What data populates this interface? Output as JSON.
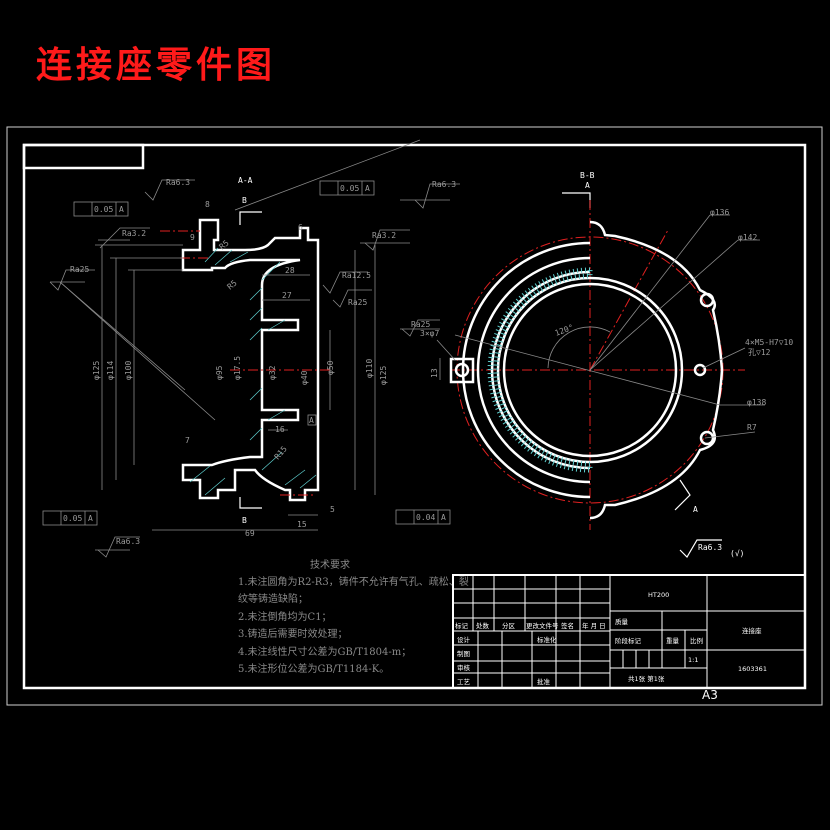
{
  "title": "连接座零件图",
  "sheet_size": "A3",
  "colors": {
    "title": "#ff1a1a",
    "background": "#000000",
    "centerline": "#e02020",
    "hatch": "#5fd0d0",
    "geometry": "#ffffff",
    "annotation": "#8a8a8a"
  },
  "views": {
    "section_aa": {
      "label": "A-A",
      "view_arrow": "B",
      "dims": [
        "8",
        "9",
        "6",
        "28",
        "27",
        "7",
        "16",
        "15",
        "69",
        "R5",
        "R5",
        "R15",
        "φ125",
        "φ114",
        "φ100",
        "φ95",
        "φ17.5",
        "φ32",
        "φ40",
        "φ50",
        "φ110",
        "φ125",
        "5"
      ],
      "roughness": [
        "Ra6.3",
        "Ra3.2",
        "Ra25",
        "Ra3.2",
        "Ra12.5",
        "Ra25",
        "Ra6.3",
        "Ra6.3"
      ],
      "tolerances": [
        {
          "value": "0.05",
          "datum": "A"
        },
        {
          "value": "0.05",
          "datum": "A"
        },
        {
          "value": "0.05",
          "datum": "A"
        },
        {
          "value": "0.04",
          "datum": "A"
        }
      ],
      "datum": "A"
    },
    "section_bb": {
      "label": "B-B",
      "cut_label": "A",
      "dims": [
        "φ136",
        "φ142",
        "4×M5-H7▽10",
        "孔▽12",
        "φ138",
        "R7",
        "3×φ7",
        "13",
        "120°"
      ],
      "roughness": "Ra25"
    }
  },
  "general_roughness": {
    "value": "Ra6.3",
    "other": "(√)"
  },
  "requirements": {
    "heading": "技术要求",
    "items": [
      "1.未注圆角为R2-R3，铸件不允许有气孔、疏松、裂",
      "纹等铸造缺陷；",
      "2.未注倒角均为C1；",
      "3.铸造后需要时效处理；",
      "4.未注线性尺寸公差为GB/T1804-m；",
      "5.未注形位公差为GB/T1184-K。"
    ]
  },
  "title_block": {
    "material": "HT200",
    "part_name": "连接座",
    "drawing_no": "1603361",
    "scale": "1:1",
    "sheets": "共1张  第1张",
    "headers": [
      "标记",
      "处数",
      "分区",
      "更改文件号",
      "签名",
      "年 月 日"
    ],
    "rows": [
      "设计",
      "审核",
      "工艺"
    ],
    "extra": [
      "标准化",
      "批准"
    ],
    "row2": "制图",
    "mass_label": "质量",
    "stage_label": "阶段标记",
    "weight_label": "重量",
    "scale_label": "比例"
  }
}
